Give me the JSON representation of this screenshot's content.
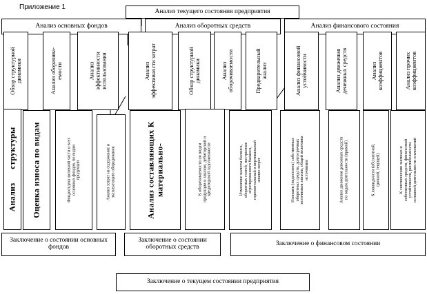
{
  "appendix": "Приложение 1",
  "top": "Анализ текущего состояния предприятия",
  "groups": {
    "fixed": "Анализ основных фондов",
    "current": "Анализ оборотных средств",
    "financial": "Анализ финансового состояния"
  },
  "level2": [
    "Обзор структурной\nдинамики",
    "Анализ оборачива-\nемости",
    "Анализ\nэффективности\nиспользования",
    "Анализ\nэффективности затрат",
    "Обзор структурной\nдинамики",
    "Анализ\nоборачиваемости",
    "Предварительный\nанализ",
    "Анализ финансовой\nустойчивости",
    "Анализ движения\nденежных средств",
    "Анализ\nкоэффициентов",
    "Анализ прочих\nкоэффициентов"
  ],
  "level3": [
    "Анализ      структуры",
    "Оценка износа по видам",
    "Фондоотдача активной части и всех\nосновных фондов, по видам\nпродукции",
    "Анализ затрат на содержание и\nэксплуатацию оборудования",
    "Анализ составляющих К\nматериально-",
    "К оборачиваемости по видам\nпродукции и заказам, дебиторской и\nкредиторской задолженности",
    "Изменение валюты баланса,\nоборотных статей, построение\nагрегированного баланса,\nгоризонтальный и вертикальный\nанализ затрат",
    "Излишек (недостаток) собственных\nоборотных средств, долгосрочных\nисточников запасов, общей величины\nисточников",
    "Анализ движения денежных средств\nпо видам деятельности (прямой)",
    "К ликвидности (абсолютной,\nсрочной, текущей)",
    "К соотношения заемных и\nсобственных средств, финансовой\nустойчивости, рентабельности\nосновной деятельности и вложений"
  ],
  "conclusions": {
    "fixed": "Заключение о состоянии основных фондов",
    "current": "Заключение о состоянии оборотных средств",
    "financial": "Заключение о финансовом состоянии",
    "final": "Заключение о текущем  состоянии предприятия"
  }
}
